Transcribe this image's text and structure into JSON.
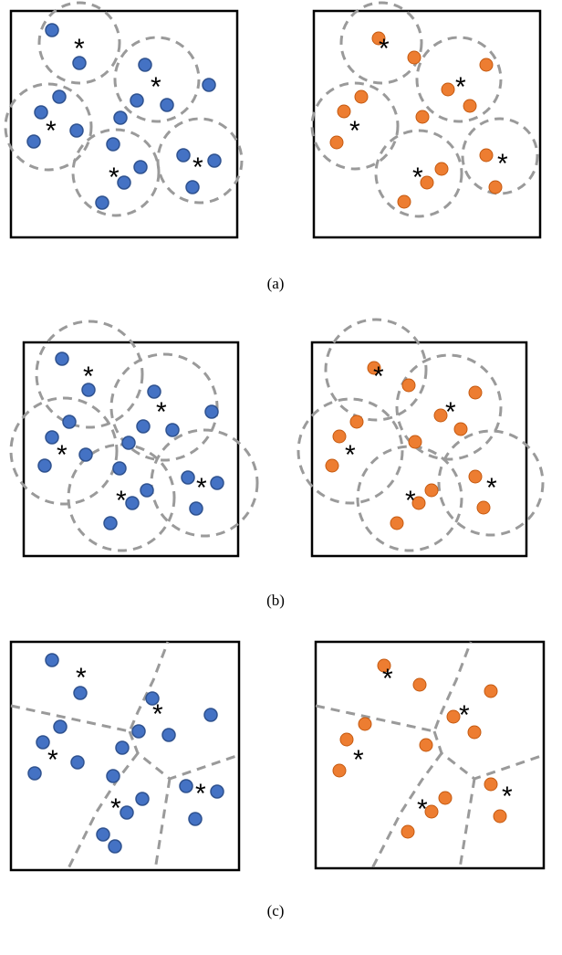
{
  "colors": {
    "blue_fill": "#4472c4",
    "blue_stroke": "#2f528f",
    "orange_fill": "#ed7d31",
    "orange_stroke": "#c55a11",
    "dash": "#9a9a9a"
  },
  "star_glyph": "*",
  "labels": [
    "(a)",
    "(b)",
    "(c)"
  ]
}
